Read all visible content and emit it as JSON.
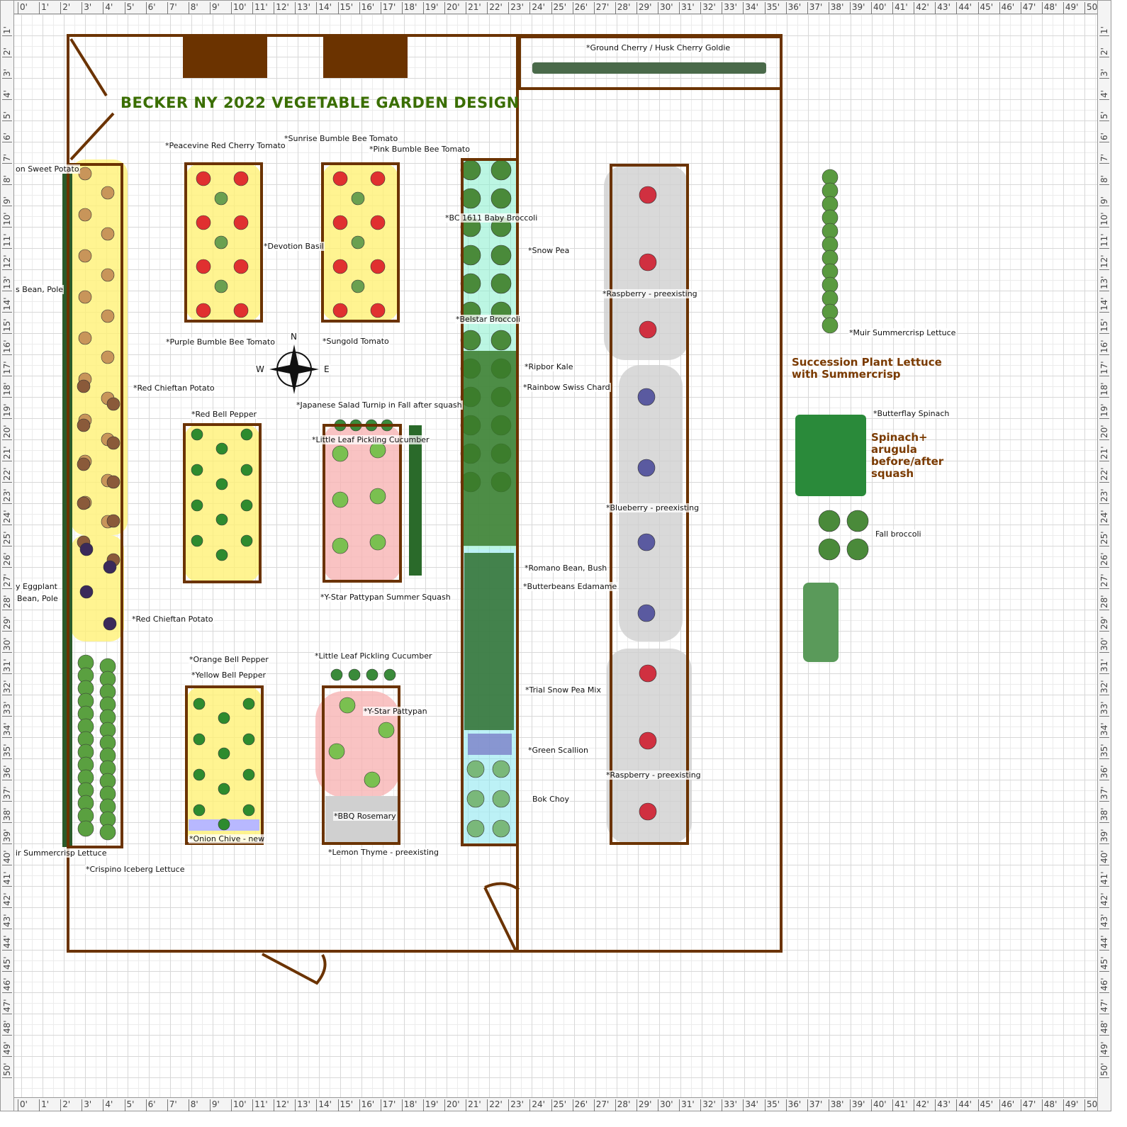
{
  "title": "BECKER NY 2022 VEGETABLE GARDEN DESIGN",
  "ruler_unit": "'",
  "ruler_max_ft": 50,
  "compass": {
    "n": "N",
    "w": "W",
    "e": "E"
  },
  "labels": [
    "*Ground Cherry / Husk Cherry Goldie",
    "*Sunrise Bumble Bee Tomato",
    "*Peacevine Red Cherry Tomato",
    "*Pink Bumble Bee Tomato",
    "on Sweet Potato",
    "*BC 1611 Baby Broccoli",
    "*Devotion Basil",
    "*Snow Pea",
    "s Bean, Pole",
    "*Raspberry - preexisting",
    "*Belstar Broccoli",
    "*Muir Summercrisp Lettuce",
    "*Purple Bumble Bee Tomato",
    "*Sungold Tomato",
    "*Ripbor Kale",
    "*Red Chieftan Potato",
    "*Rainbow Swiss Chard",
    "*Japanese Salad Turnip in Fall after squash",
    "*Red Bell Pepper",
    "*Butterflay Spinach",
    "*Little Leaf Pickling Cucumber",
    "*Blueberry - preexisting",
    "Fall broccoli",
    "*Romano Bean, Bush",
    "y Eggplant",
    "*Butterbeans Edamame",
    "Bean, Pole",
    "*Y-Star Pattypan Summer Squash",
    "*Red Chieftan Potato",
    "*Little Leaf Pickling Cucumber",
    "*Orange Bell Pepper",
    "*Yellow Bell Pepper",
    "*Trial Snow Pea Mix",
    "*Y-Star Pattypan",
    "*Green Scallion",
    "*Raspberry - preexisting",
    "Bok Choy",
    "*BBQ Rosemary",
    "*Onion Chive - new",
    "ir Summercrisp Lettuce",
    "*Lemon Thyme - preexisting",
    "*Crispino Iceberg Lettuce"
  ],
  "notes": {
    "succession": "Succession Plant Lettuce with Summercrisp",
    "spinach": "Spinach+ arugula before/after squash"
  },
  "colors": {
    "fence": "#6b3300",
    "title": "#3a6e00",
    "note": "#7a3a00",
    "highlight": "#fff176",
    "squash_zone": "#f8b4b4",
    "berry_zone": "#d0d0d0"
  }
}
